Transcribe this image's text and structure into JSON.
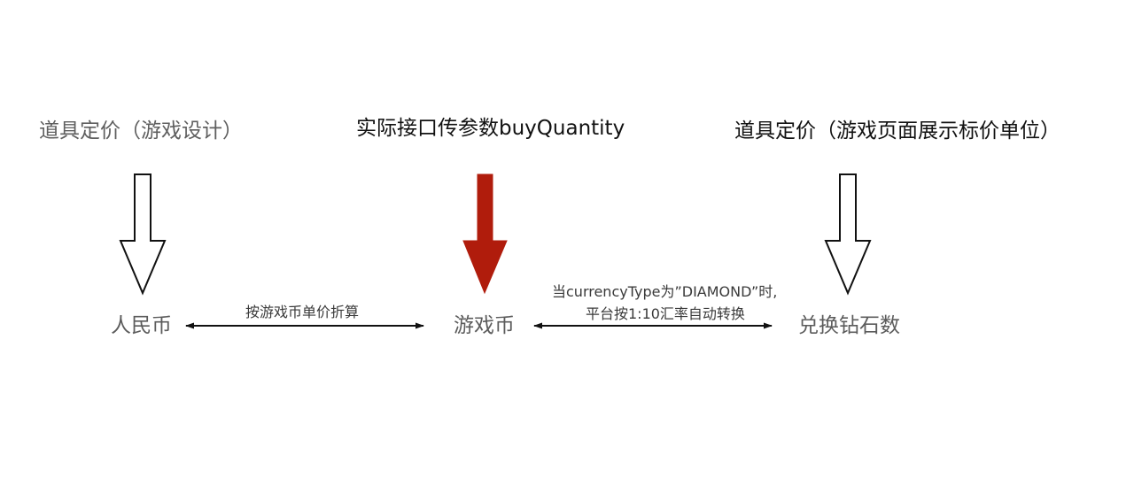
{
  "headers": {
    "left": "道具定价（游戏设计）",
    "center": "实际接口传参数buyQuantity",
    "right": "道具定价（游戏页面展示标价单位）"
  },
  "nodes": {
    "rmb": "人民币",
    "game_coin": "游戏币",
    "diamond": "兑换钻石数"
  },
  "edges": {
    "rmb_to_coin": "按游戏币单价折算",
    "coin_to_diamond_line1": "当currencyType为”DIAMOND”时,",
    "coin_to_diamond_line2": "平台按1:10汇率自动转换"
  },
  "colors": {
    "emphasis_arrow": "#b01c0c",
    "outline_arrow": "#111111",
    "connector": "#111111"
  }
}
